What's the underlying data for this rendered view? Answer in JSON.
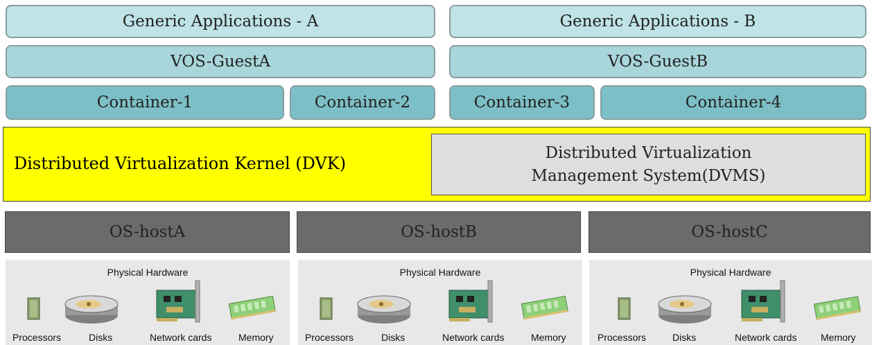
{
  "apps": [
    "Generic Applications - A",
    "Generic Applications - B"
  ],
  "vos": [
    "VOS-GuestA",
    "VOS-GuestB"
  ],
  "containers": [
    "Container-1",
    "Container-2",
    "Container-3",
    "Container-4"
  ],
  "kernel": {
    "label": "Distributed Virtualization Kernel (DVK)",
    "dvms_line1": "Distributed Virtualization",
    "dvms_line2": "Management System(DVMS)"
  },
  "hosts": [
    "OS-hostA",
    "OS-hostB",
    "OS-hostC"
  ],
  "hardware": {
    "title": "Physical Hardware",
    "components": [
      "Processors",
      "Disks",
      "Network cards",
      "Memory"
    ]
  },
  "colors": {
    "app": "#bfe3e6",
    "vos": "#a9d6da",
    "container": "#7dbfc6",
    "dvk": "#ffff00",
    "dvms": "#dedede",
    "host": "#6b6b6b",
    "hardware": "#e8e8e8"
  }
}
